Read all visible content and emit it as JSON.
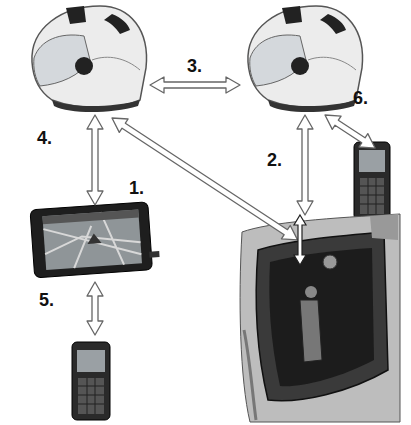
{
  "diagram": {
    "labels": [
      "3.",
      "6.",
      "4.",
      "1.",
      "2.",
      "5."
    ]
  }
}
